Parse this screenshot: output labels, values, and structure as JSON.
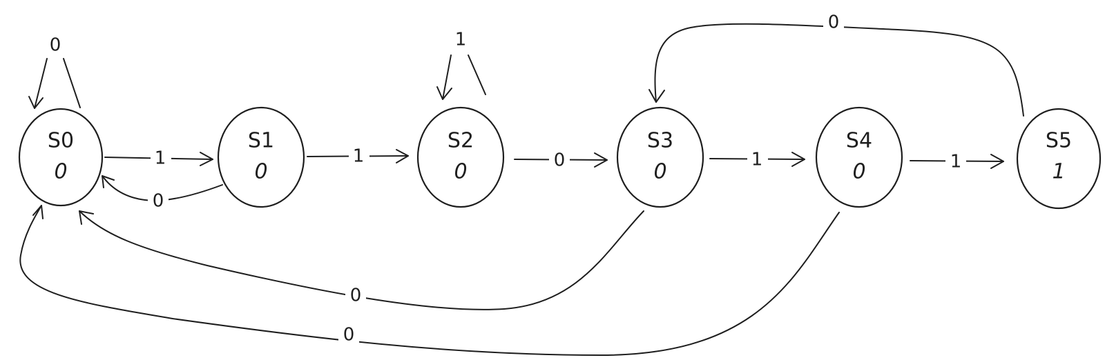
{
  "states": [
    {
      "id": "s0",
      "name": "S0",
      "output": "0"
    },
    {
      "id": "s1",
      "name": "S1",
      "output": "0"
    },
    {
      "id": "s2",
      "name": "S2",
      "output": "0"
    },
    {
      "id": "s3",
      "name": "S3",
      "output": "0"
    },
    {
      "id": "s4",
      "name": "S4",
      "output": "0"
    },
    {
      "id": "s5",
      "name": "S5",
      "output": "1"
    }
  ],
  "transitions": [
    {
      "id": "s0-s0",
      "from": "S0",
      "to": "S0",
      "label": "0"
    },
    {
      "id": "s0-s1",
      "from": "S0",
      "to": "S1",
      "label": "1"
    },
    {
      "id": "s1-s0",
      "from": "S1",
      "to": "S0",
      "label": "0"
    },
    {
      "id": "s1-s2",
      "from": "S1",
      "to": "S2",
      "label": "1"
    },
    {
      "id": "s2-s2",
      "from": "S2",
      "to": "S2",
      "label": "1"
    },
    {
      "id": "s2-s3",
      "from": "S2",
      "to": "S3",
      "label": "0"
    },
    {
      "id": "s3-s4",
      "from": "S3",
      "to": "S4",
      "label": "1"
    },
    {
      "id": "s4-s5",
      "from": "S4",
      "to": "S5",
      "label": "1"
    },
    {
      "id": "s5-s3",
      "from": "S5",
      "to": "S3",
      "label": "0"
    },
    {
      "id": "s3-s0",
      "from": "S3",
      "to": "S0",
      "label": "0"
    },
    {
      "id": "s4-s0",
      "from": "S4",
      "to": "S0",
      "label": "0"
    }
  ]
}
